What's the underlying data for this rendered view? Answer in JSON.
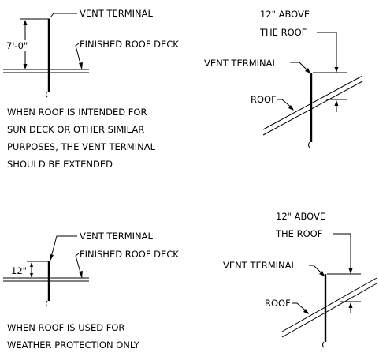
{
  "top_left": {
    "vent_terminal_label": "VENT TERMINAL",
    "roof_deck_label": "FINISHED ROOF DECK",
    "dimension_label": "7'-0\"",
    "note_lines": [
      "WHEN ROOF IS INTENDED FOR",
      "SUN DECK OR OTHER SIMILAR",
      "PURPOSES, THE VENT TERMINAL",
      "SHOULD BE EXTENDED"
    ]
  },
  "top_right": {
    "above_roof_line1": "12\" ABOVE",
    "above_roof_line2": "THE ROOF",
    "vent_terminal_label": "VENT TERMINAL",
    "roof_label": "ROOF"
  },
  "bottom_left": {
    "vent_terminal_label": "VENT TERMINAL",
    "roof_deck_label": "FINISHED ROOF DECK",
    "dimension_label": "12\"",
    "note_lines": [
      "WHEN ROOF IS USED FOR",
      "WEATHER PROTECTION ONLY"
    ]
  },
  "bottom_right": {
    "above_roof_line1": "12\" ABOVE",
    "above_roof_line2": "THE ROOF",
    "vent_terminal_label": "VENT TERMINAL",
    "roof_label": "ROOF"
  }
}
